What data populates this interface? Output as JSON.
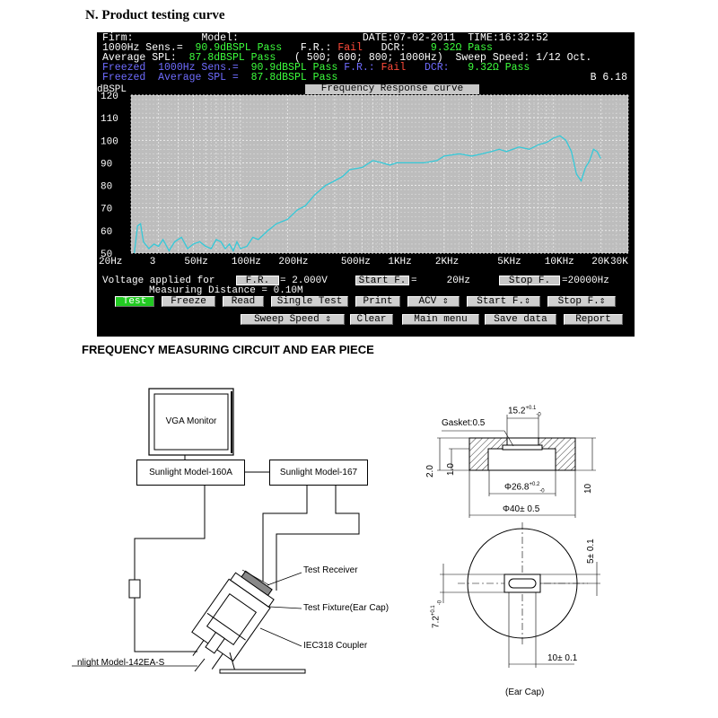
{
  "section_n": "N.   Product testing curve",
  "section_freq": "FREQUENCY MEASURING CIRCUIT AND EAR PIECE",
  "screen": {
    "line1": {
      "firm": "Firm:",
      "model": "Model:",
      "date": "DATE:07-02-2011",
      "time": "TIME:16:32:52"
    },
    "line2": {
      "sens_label": "1000Hz Sens.=",
      "sens_val": "90.9dBSPL",
      "pass1": "Pass",
      "fr_label": "F.R.:",
      "fr_val": "Fail",
      "dcr_label": "DCR:",
      "dcr_val": "9.32Ω",
      "pass2": "Pass"
    },
    "line3": {
      "avg_label": "Average SPL:",
      "avg_val": "87.8dBSPL",
      "pass": "Pass",
      "freqs": "( 500; 600; 800; 1000Hz)",
      "sweep": "Sweep Speed: 1/12 Oct."
    },
    "line4": {
      "text": "Freezed  1000Hz Sens.=",
      "val": "90.9dBSPL",
      "pass1": "Pass",
      "fr_label": "F.R.:",
      "fr_val": "Fail",
      "dcr_label": "DCR:",
      "dcr_val": "9.32Ω",
      "pass2": "Pass"
    },
    "line5": {
      "text": "Freezed  Average SPL =",
      "val": "87.8dBSPL",
      "pass": "Pass"
    },
    "version": "B 6.18",
    "voltage_label": "Voltage applied for",
    "fr_chip": "F.R.",
    "voltage_val": "= 2.000V",
    "start_chip": "Start F.",
    "start_val": "=     20Hz",
    "stop_chip": "Stop F.",
    "stop_val": "=20000Hz",
    "distance": "Measuring Distance = 0.10M",
    "buttons_row1": [
      "Test",
      "Freeze",
      "Read",
      "Single Test",
      "Print",
      "ACV ⇕",
      "Start F.⇕",
      "Stop F.⇕"
    ],
    "buttons_row2": [
      "Sweep Speed ⇕",
      "Clear",
      "Main menu",
      "Save data",
      "Report"
    ]
  },
  "chart_data": {
    "type": "line",
    "title": "Frequency Response curve",
    "ylabel": "dBSPL",
    "xlabel": "",
    "xscale": "log",
    "xlim": [
      20,
      30000
    ],
    "ylim": [
      50,
      120
    ],
    "yticks": [
      120,
      110,
      100,
      90,
      80,
      70,
      60,
      50
    ],
    "xticks": [
      {
        "v": 20,
        "label": "20Hz"
      },
      {
        "v": 30,
        "label": "3"
      },
      {
        "v": 50,
        "label": "50Hz"
      },
      {
        "v": 100,
        "label": "100Hz"
      },
      {
        "v": 200,
        "label": "200Hz"
      },
      {
        "v": 500,
        "label": "500Hz"
      },
      {
        "v": 1000,
        "label": "1KHz"
      },
      {
        "v": 2000,
        "label": "2KHz"
      },
      {
        "v": 5000,
        "label": "5KHz"
      },
      {
        "v": 10000,
        "label": "10KHz"
      },
      {
        "v": 20000,
        "label": "20K"
      },
      {
        "v": 30000,
        "label": "30K"
      }
    ],
    "grid": true,
    "line_color": "#35c9d8",
    "x": [
      21,
      22,
      23,
      24,
      26,
      28,
      30,
      32,
      35,
      38,
      42,
      46,
      50,
      55,
      60,
      65,
      70,
      75,
      80,
      85,
      90,
      95,
      100,
      110,
      120,
      130,
      150,
      170,
      200,
      230,
      260,
      300,
      350,
      400,
      450,
      500,
      600,
      700,
      800,
      900,
      1000,
      1200,
      1500,
      1800,
      2000,
      2500,
      3000,
      3500,
      4000,
      4500,
      5000,
      6000,
      7000,
      8000,
      9000,
      9500,
      10000,
      11000,
      12000,
      13000,
      14000,
      15000,
      16000,
      17000,
      18000,
      19000,
      20000
    ],
    "y": [
      50,
      62,
      63,
      55,
      52,
      54,
      53,
      56,
      51,
      55,
      57,
      52,
      54,
      55,
      53,
      52,
      56,
      55,
      52,
      54,
      51,
      55,
      52,
      53,
      57,
      56,
      60,
      63,
      65,
      69,
      71,
      76,
      80,
      82,
      84,
      87,
      88,
      91,
      90,
      89,
      90,
      90,
      90,
      91,
      93,
      94,
      93,
      94,
      95,
      96,
      95,
      97,
      96,
      98,
      99,
      100,
      101,
      102,
      100,
      95,
      85,
      82,
      88,
      91,
      96,
      95,
      92
    ]
  },
  "diagram": {
    "vga": "VGA Monitor",
    "model160": "Sunlight  Model-160A",
    "model167": "Sunlight  Model-167",
    "receiver": "Test Receiver",
    "fixture": "Test Fixture(Ear Cap)",
    "coupler": "IEC318 Coupler",
    "model142": "nlight  Model-142EA-S"
  },
  "drawing": {
    "gasket": "Gasket:0.5",
    "dim152": "15.2",
    "dim152_tol": "+0.1",
    "dim152_tol_lo": "-0",
    "dim268": "Φ26.8",
    "dim268_tol": "+0.2",
    "dim268_tol_lo": "-0",
    "dim40": "Φ40± 0.5",
    "dim20": "2.0",
    "dim10v": "1.0",
    "dim10": "10",
    "dim5": "5± 0.1",
    "dim72": "7.2",
    "dim72_tol": "+0.1",
    "dim72_tol_lo": "-0",
    "dim10h": "10± 0.1",
    "earcap": "(Ear Cap)"
  }
}
